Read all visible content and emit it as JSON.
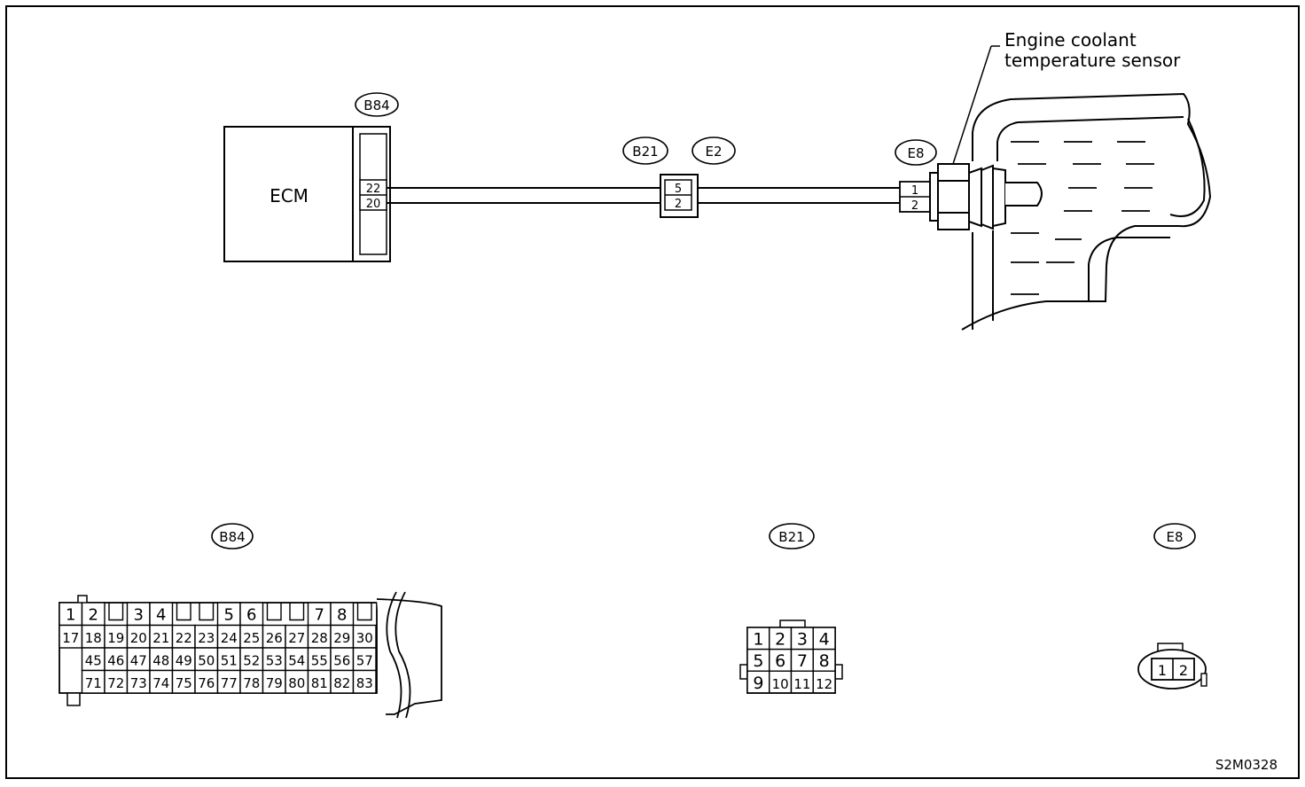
{
  "ecm": {
    "label": "ECM",
    "connector": "B84",
    "pins": [
      "22",
      "20"
    ]
  },
  "junction": {
    "left_connector": "B21",
    "right_connector": "E2",
    "pins": [
      "5",
      "2"
    ]
  },
  "sensor": {
    "connector": "E8",
    "pins": [
      "1",
      "2"
    ],
    "label_line1": "Engine coolant",
    "label_line2": "temperature sensor"
  },
  "connector_views": {
    "b84": {
      "label": "B84",
      "row1": [
        "1",
        "2",
        "",
        "3",
        "4",
        "",
        "",
        "5",
        "6",
        "",
        "",
        "7",
        "8",
        ""
      ],
      "row2": [
        "17",
        "18",
        "19",
        "20",
        "21",
        "22",
        "23",
        "24",
        "25",
        "26",
        "27",
        "28",
        "29",
        "30"
      ],
      "row3": [
        "",
        "45",
        "46",
        "47",
        "48",
        "49",
        "50",
        "51",
        "52",
        "53",
        "54",
        "55",
        "56",
        "57"
      ],
      "row4": [
        "",
        "71",
        "72",
        "73",
        "74",
        "75",
        "76",
        "77",
        "78",
        "79",
        "80",
        "81",
        "82",
        "83"
      ]
    },
    "b21": {
      "label": "B21",
      "rows": [
        [
          "1",
          "2",
          "3",
          "4"
        ],
        [
          "5",
          "6",
          "7",
          "8"
        ],
        [
          "9",
          "10",
          "11",
          "12"
        ]
      ]
    },
    "e8": {
      "label": "E8",
      "pins": [
        "1",
        "2"
      ]
    }
  },
  "figure_code": "S2M0328"
}
